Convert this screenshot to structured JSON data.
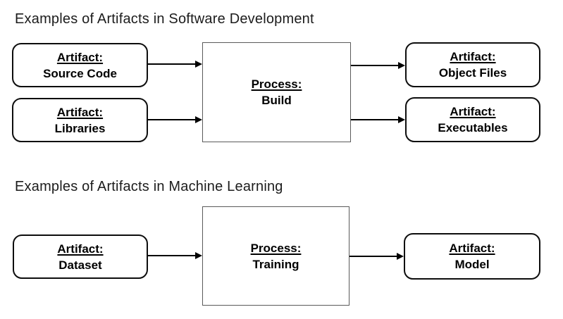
{
  "colors": {
    "background": "#ffffff",
    "artifact_border": "#0d0d0d",
    "process_border": "#5a5a5a",
    "text": "#000000",
    "arrow": "#000000"
  },
  "sections": [
    {
      "title": "Examples of Artifacts in Software Development",
      "inputs": [
        {
          "label": "Artifact:",
          "name": "Source Code"
        },
        {
          "label": "Artifact:",
          "name": "Libraries"
        }
      ],
      "process": {
        "label": "Process:",
        "name": "Build"
      },
      "outputs": [
        {
          "label": "Artifact:",
          "name": "Object Files"
        },
        {
          "label": "Artifact:",
          "name": "Executables"
        }
      ]
    },
    {
      "title": "Examples of Artifacts in Machine Learning",
      "inputs": [
        {
          "label": "Artifact:",
          "name": "Dataset"
        }
      ],
      "process": {
        "label": "Process:",
        "name": "Training"
      },
      "outputs": [
        {
          "label": "Artifact:",
          "name": "Model"
        }
      ]
    }
  ]
}
